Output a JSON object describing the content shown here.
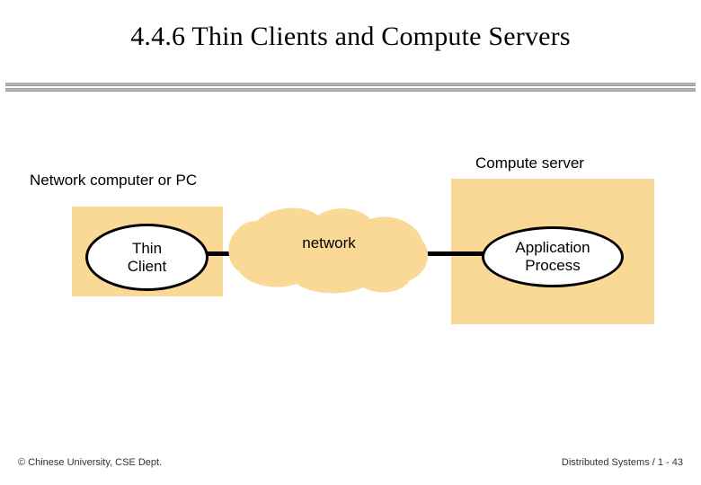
{
  "slide": {
    "title": "4.4.6 Thin Clients and Compute Servers",
    "background_color": "#ffffff",
    "divider_color": "#9a9a9a"
  },
  "diagram": {
    "accent_color": "#fad996",
    "outline_color": "#000000",
    "labels": {
      "client_side": "Network computer or PC",
      "server_side": "Compute server"
    },
    "nodes": [
      {
        "id": "thin-client",
        "line1": "Thin",
        "line2": "Client"
      },
      {
        "id": "application-process",
        "line1": "Application",
        "line2": "Process"
      }
    ],
    "cloud": {
      "label": "network"
    }
  },
  "footer": {
    "left": "© Chinese University, CSE Dept.",
    "right": "Distributed Systems / 1 - 43"
  }
}
